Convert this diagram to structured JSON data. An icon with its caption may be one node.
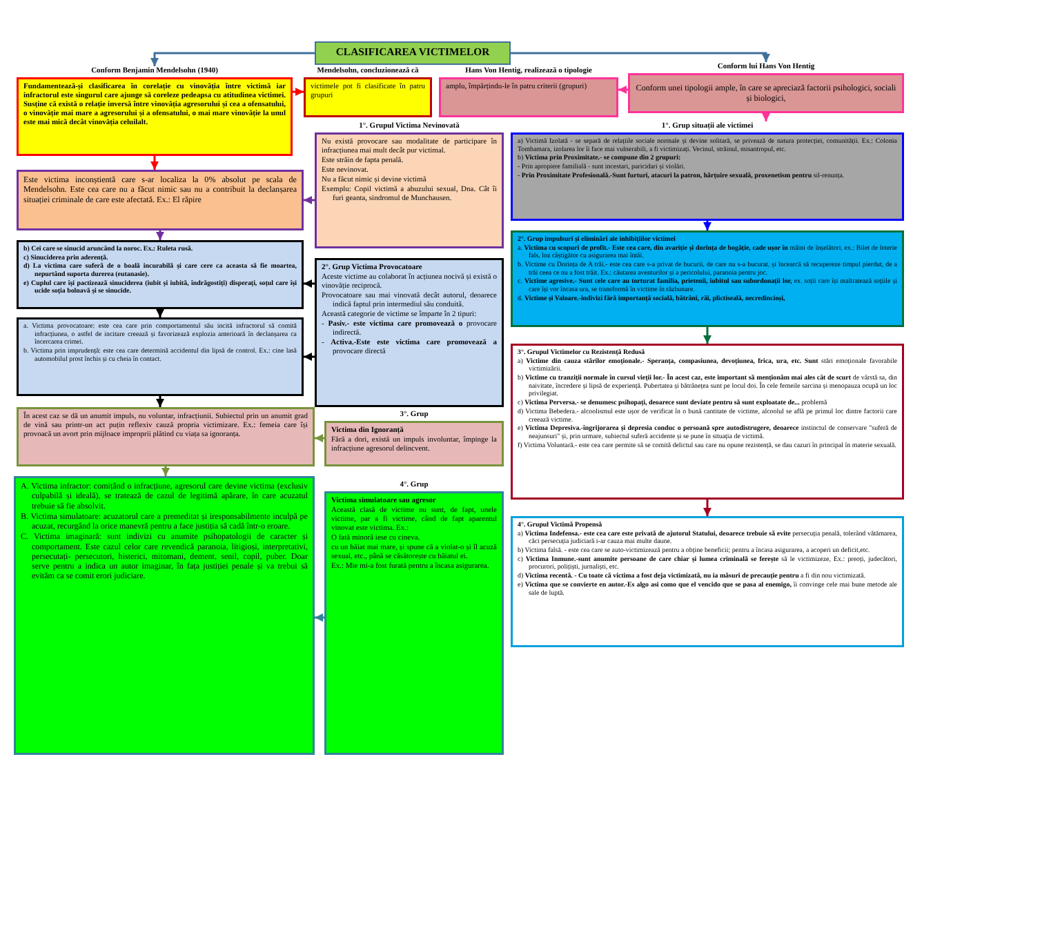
{
  "diagram": {
    "nodes": [
      {
        "text": [
          "CLASIFICAREA VICTIMELOR"
        ]
      },
      {
        "text": [
          "Conform Benjamin Mendelsohn (1940)",
          "Fundamentează-și clasificarea în corelație cu vinovăția între victimă iar infractorul este singurul care ajunge să coreleze pedeapsa cu atitudinea victimei. Susține că există o relație inversă între vinovăția agresorului și cea a ofensatului, o vinovăție mai mare a agresorului și a ofensatului, o mai mare vinovăție la unul este mai mică decât vinovăția celuilalt."
        ]
      },
      {
        "text": [
          "Este victima inconștientă care s-ar localiza la 0% absolut pe scala de Mendelsohn. Este cea care nu a făcut nimic sau nu a contribuit la declanșarea situației criminale de care este afectată. Ex.: El răpire"
        ]
      },
      {
        "text": [
          "b) Cei care se sinucid aruncând la noroc. Ex.: Ruleta rusă.",
          "c) Sinuciderea prin aderență.",
          "d) La victima care suferă de o boală incurabilă și care cere ca aceasta să fie moartea, nepurtând suporta durerea (eutanasie).",
          "e) Cuplul care își pactizează sinuciderea (iubit și iubită, îndrăgostiți) disperați, soțul care își ucide soția bolnavă și se sinucide."
        ]
      },
      {
        "text": [
          "a. Victima provocatoare: este cea care prin comportamentul său incită infractorul să comită infracțiunea, o astfel de incitare creează și favorizează explozia anterioară în declanșarea ca încercarea crimei.",
          "b. Victima prin imprudență: este cea care determină accidentul din lipsă de control. Ex.: cine lasă automobilul prost închis și cu cheia în contact."
        ]
      },
      {
        "text": [
          "În acest caz se dă un anumit impuls, nu voluntar, infracțiunii. Subiectul prin un anumit grad de vină sau printr-un act puțin reflexiv cauză propria victimizare. Ex.: femeia care își provoacă un avort prin mijloace improprii plătind cu viața sa ignoranța."
        ]
      },
      {
        "text": [
          "A. Victima infractor: comițând o infracțiune, agresorul care devine victima (exclusiv culpabilă și ideală), se tratează de cazul de legitimă apărare, în care acuzatul trebuie să fie absolvit.",
          "B. Victima simulatoare: acuzatorul care a premeditat și iresponsabilmente inculpă pe acuzat, recurgând la orice manevră pentru a face justiția să cadă într-o eroare.",
          "C. Victima imaginară: sunt indivizi cu anumite psihopatologii de caracter și comportament. Este cazul celor care revendică paranoia, litigioși, interpretativi, persecutați- persecutori, histerici, mitomani, dement, senil, copil, puber. Doar serve pentru a indica un autor imaginar, în fața justiției penale și va trebui să evităm ca se comit erori judiciare."
        ]
      },
      {
        "text": [
          "Mendelsohn, concluzionează că",
          "victimele pot fi clasificate în patru grupuri"
        ]
      },
      {
        "text": [
          "Hans Von Hentig, realizează o tipologie",
          "amplu, împărțindu-le în patru criterii (grupuri)"
        ]
      },
      {
        "text": [
          "1°. Grupul Victima Nevinovată",
          "Nu există provocare sau modalitate de participare în infracțiunea mai mult decât pur victimal.",
          "Este străin de fapta penală.",
          "Este nevinovat.",
          "Nu a făcut nimic și devine victimă",
          "Exemplu: Copil victimă a abuzului sexual, Dna. Cât îi furi geanta, sindromul de Munchausen."
        ]
      },
      {
        "text": [
          "2°. Grup Victima Provocatoare",
          "Aceste victime au colaborat în acțiunea nocivă și există o vinovăție reciprocă.",
          "Provocatoare sau mai vinovată decât autorul, deoarece indică faptul prin intermediul său conduită.",
          "Această categorie de victime se împarte în 2 tipuri:",
          "- **Pasiv.- este victima care promovează o** provocare indirectă.",
          "- **Activa.-Este este victima care promovează a** provocare directă"
        ]
      },
      {
        "text": [
          "3°. Grup",
          "Victima din Ignoranță",
          "Fără a dori, există un impuls involuntar, împinge la infracțiune agresorul delincvent."
        ]
      },
      {
        "text": [
          "4°. Grup",
          "Victima simulatoare sau agresor",
          "Această clasă de victime nu sunt, de fapt, unele victime, par a fi victime, când de fapt aparentul vinovat este victima. Ex.:",
          "O fată minoră iese cu cineva.",
          "cu un băiat mai mare, și spune că a violat-o și îl acuză sexual, etc., până se căsătorește cu băiatul ei.",
          "Ex.: Mie mi-a fost furată pentru a încasa asigurarea."
        ]
      },
      {
        "text": [
          "Conform lui Hans Von Hentig",
          "Conform unei tipologii ample, în care se apreciază factorii psihologici, sociali și biologici,"
        ]
      },
      {
        "text": [
          "1°. Grup situații ale victimei",
          "a) Victimă Izolată - se separă de relațiile sociale normale și devine solitară, se privează de natura protecției, comunității. Ex.: Colonia Tombamara, izolarea lor îi face mai vulnerabili, a fi victimizați. Vecinul, străinul, misantropul, etc.",
          "b) **Victima prin Proximitate.- se compune din 2 grupuri:**",
          "- Prin apropiere familială - sunt incestari, paricidari și violări.",
          "- **Prin Proximitate Profesională.-Sunt furturi, atacuri la patron, hărțuire sexuală, proxenetism pentru** sil-renunța."
        ]
      },
      {
        "text": [
          "2°. Grup impulsuri și eliminări ale inhibițiilor victimei",
          "a. **Victima cu scopuri de profit.- Este cea care, din avariție și dorința de bogăție, cade ușor în** mâini de înșelători, ex.: Bilet de loterie fals, loz câștigător cu asigurarea mai întâi.",
          "b. Victime cu Dorința de A trăi.- este cea care s-a privat de bucurii, de care nu s-a bucurat, și încearcă să recupereze timpul pierdut, de a trăi ceea ce nu a fost trăit. Ex.: căutarea aventurilor și a pericolului, paranoia pentru joc.",
          "c. **Victime agresive.- Sunt cele care au torturat familia, prietenii, iubitul sau subordonații lor,** ex. soții care își maltratează soțiile și care își vor încasa ura, se transformă în victime în răzbunare.",
          "d. **Victime și Valoare.-indivizi fără importanță socială, bătrâni, răi, plictiseală, necredincioși,**"
        ]
      },
      {
        "text": [
          "3°. Grupul Victimelor cu Rezistență Redusă",
          "a) **Victime din cauza stărilor emoționale.- Speranța, compasiunea, devoțiunea, frica, ura, etc. Sunt** stări emoționale favorabile victimizării.",
          "b) **Victime cu tranziții normale în cursul vieții lor.- În acest caz, este important să menționăm mai ales cât de scurt** de vârstă sa, din naivitate, încredere și lipsă de experiență. Pubertatea și bătrânețea sunt pe locul doi. În cele femeile sarcina și menopauza ocupă un loc privilegiat.",
          "c) **Victima Perversa.- se denumesc psihopați, deoarece sunt deviate pentru să sunt exploatate de...** problemă",
          "d) Victima Bebedera.- alcoolismul este ușor de verificat în o bună cantitate de victime, alcoolul se află pe primul loc dintre factorii care creează victime.",
          "e) **Victima Depresiva.-îngrijorarea și depresia conduc o persoană spre autodistrugere, deoarece** instinctul de conservare \"suferă de neajunsuri\" și, prin urmare, subiectul suferă accidente și se pune în situația de victimă.",
          "f) Victima Voluntară.- este cea care permite să se comită delictul sau care nu opune rezistență, se dau cazuri în principal în materie sexuală."
        ]
      },
      {
        "text": [
          "4°. Grupul Victimă Propensă",
          "a) **Victima Indefensa.- este cea care este privată de ajutorul Statului, deoarece trebuie să evite** persecuția penală, tolerând vătămarea, căci persecuția judiciară i-ar cauza mai multe daune.",
          "b) Victima falsă. - este cea care se auto-victimizează pentru a obține beneficii; pentru a încasa asigurarea, a acoperi un deficit,etc.",
          "c) **Victima Inmune.-sunt anumite persoane de care chiar și lumea criminală se ferește** să le victimizeze, Ex.: preoți, judecători, procurori, polițiști, jurnaliști, etc.",
          "d) **Victima recentă. - Cu toate că victima a fost deja victimizată, nu ia măsuri de precauție pentru** a fi din nou victimizată.",
          "e) **Victima que se convierte en autor.-Es algo asi como que el vencido que se pasa al enemigo,** îi convinge cele mai bune metode ale sale de luptă."
        ]
      }
    ],
    "edges": [
      {
        "from": 0,
        "to": 1,
        "arrow": "to",
        "color": "#41719c"
      },
      {
        "from": 0,
        "to": 13,
        "arrow": "to",
        "color": "#41719c"
      },
      {
        "from": 1,
        "to": 7,
        "arrow": "to",
        "color": "#ff0000"
      },
      {
        "from": 1,
        "to": 2,
        "arrow": "to",
        "color": "#ff0000"
      },
      {
        "from": 2,
        "to": 3,
        "arrow": "to",
        "color": "#7030a0"
      },
      {
        "from": 3,
        "to": 4,
        "arrow": "to"
      },
      {
        "from": 4,
        "to": 5,
        "arrow": "to"
      },
      {
        "from": 5,
        "to": 6,
        "arrow": "to",
        "color": "#77933c"
      },
      {
        "from": 9,
        "to": 2,
        "arrow": "to",
        "color": "#7030a0"
      },
      {
        "from": 10,
        "to": 3,
        "arrow": "to"
      },
      {
        "from": 10,
        "to": 4,
        "arrow": "to"
      },
      {
        "from": 11,
        "to": 5,
        "arrow": "to",
        "color": "#77933c"
      },
      {
        "from": 12,
        "to": 6,
        "arrow": "to",
        "color": "#31849b"
      },
      {
        "from": 13,
        "to": 8,
        "arrow": "to",
        "color": "#ff3399"
      },
      {
        "from": 13,
        "to": 14,
        "arrow": "to",
        "color": "#ff3399"
      },
      {
        "from": 14,
        "to": 15,
        "arrow": "to",
        "color": "#0000ff"
      },
      {
        "from": 15,
        "to": 16,
        "arrow": "to",
        "color": "#00703c"
      },
      {
        "from": 16,
        "to": 17,
        "arrow": "to",
        "color": "#a50021"
      }
    ]
  }
}
